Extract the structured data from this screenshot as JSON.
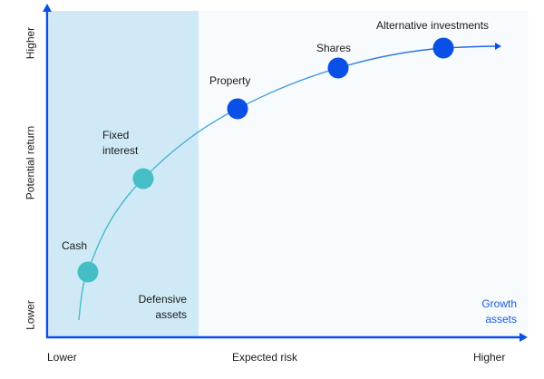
{
  "chart_data": {
    "type": "line",
    "title": "",
    "xlabel": "Expected risk",
    "ylabel": "Potential return",
    "x_ticks": [
      "Lower",
      "Higher"
    ],
    "y_ticks": [
      "Lower",
      "Higher"
    ],
    "regions": [
      {
        "name": "Defensive assets",
        "x_range": [
          0,
          0.31
        ],
        "color": "#cfeaf6"
      },
      {
        "name": "Growth assets",
        "x_range": [
          0.31,
          1.0
        ],
        "color": "#f8fbfe"
      }
    ],
    "points": [
      {
        "label": "Cash",
        "risk": 0.09,
        "return": 0.2,
        "category": "Defensive",
        "color": "#45bfc5"
      },
      {
        "label": "Fixed interest",
        "risk": 0.2,
        "return": 0.48,
        "category": "Defensive",
        "color": "#45bfc5"
      },
      {
        "label": "Property",
        "risk": 0.4,
        "return": 0.7,
        "category": "Growth",
        "color": "#0a4fe6"
      },
      {
        "label": "Shares",
        "risk": 0.61,
        "return": 0.82,
        "category": "Growth",
        "color": "#0a4fe6"
      },
      {
        "label": "Alternative investments",
        "risk": 0.83,
        "return": 0.88,
        "category": "Growth",
        "color": "#0a4fe6"
      }
    ]
  },
  "labels": {
    "y_higher": "Higher",
    "y_lower": "Lower",
    "y_axis_title": "Potential return",
    "x_lower": "Lower",
    "x_higher": "Higher",
    "x_axis_title": "Expected risk",
    "defensive_line1": "Defensive",
    "defensive_line2": "assets",
    "growth_line1": "Growth",
    "growth_line2": "assets",
    "cash": "Cash",
    "fixed_line1": "Fixed",
    "fixed_line2": "interest",
    "property": "Property",
    "shares": "Shares",
    "alternative": "Alternative investments"
  },
  "colors": {
    "axis": "#0a4fe6",
    "defensive_band": "#cfeaf6",
    "growth_band": "#f8fbfe",
    "defensive_point": "#45bfc5",
    "growth_point": "#0a4fe6",
    "growth_label": "#1a5ae0"
  }
}
